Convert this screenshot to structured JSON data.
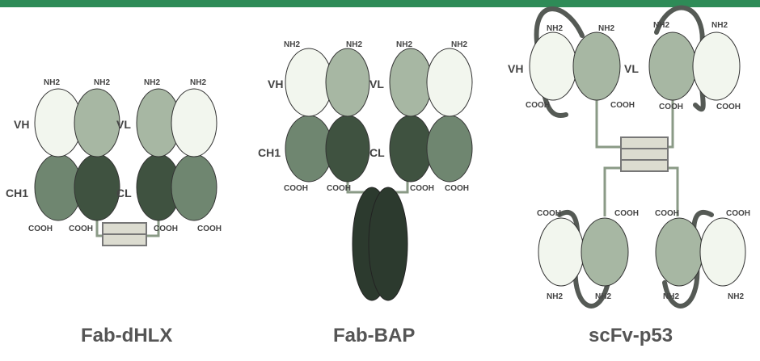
{
  "terminal_labels": {
    "n_term": "NH2",
    "c_term": "COOH"
  },
  "domain_labels": {
    "vh": "VH",
    "vl": "VL",
    "ch1": "CH1",
    "cl": "CL"
  },
  "constructs": [
    {
      "caption": "Fab-dHLX"
    },
    {
      "caption": "Fab-BAP"
    },
    {
      "caption": "scFv-p53"
    }
  ],
  "colors": {
    "top_bar": "#2e8b57",
    "variable_light": "#f2f6ee",
    "variable_mid": "#a7b7a3",
    "constant_mid": "#6f8670",
    "constant_dark": "#3f5240",
    "bap_domain": "#2c3a2e",
    "linker": "#8a9a86",
    "tether_loop": "#555a55",
    "helix_box": "#dcdcd0"
  }
}
